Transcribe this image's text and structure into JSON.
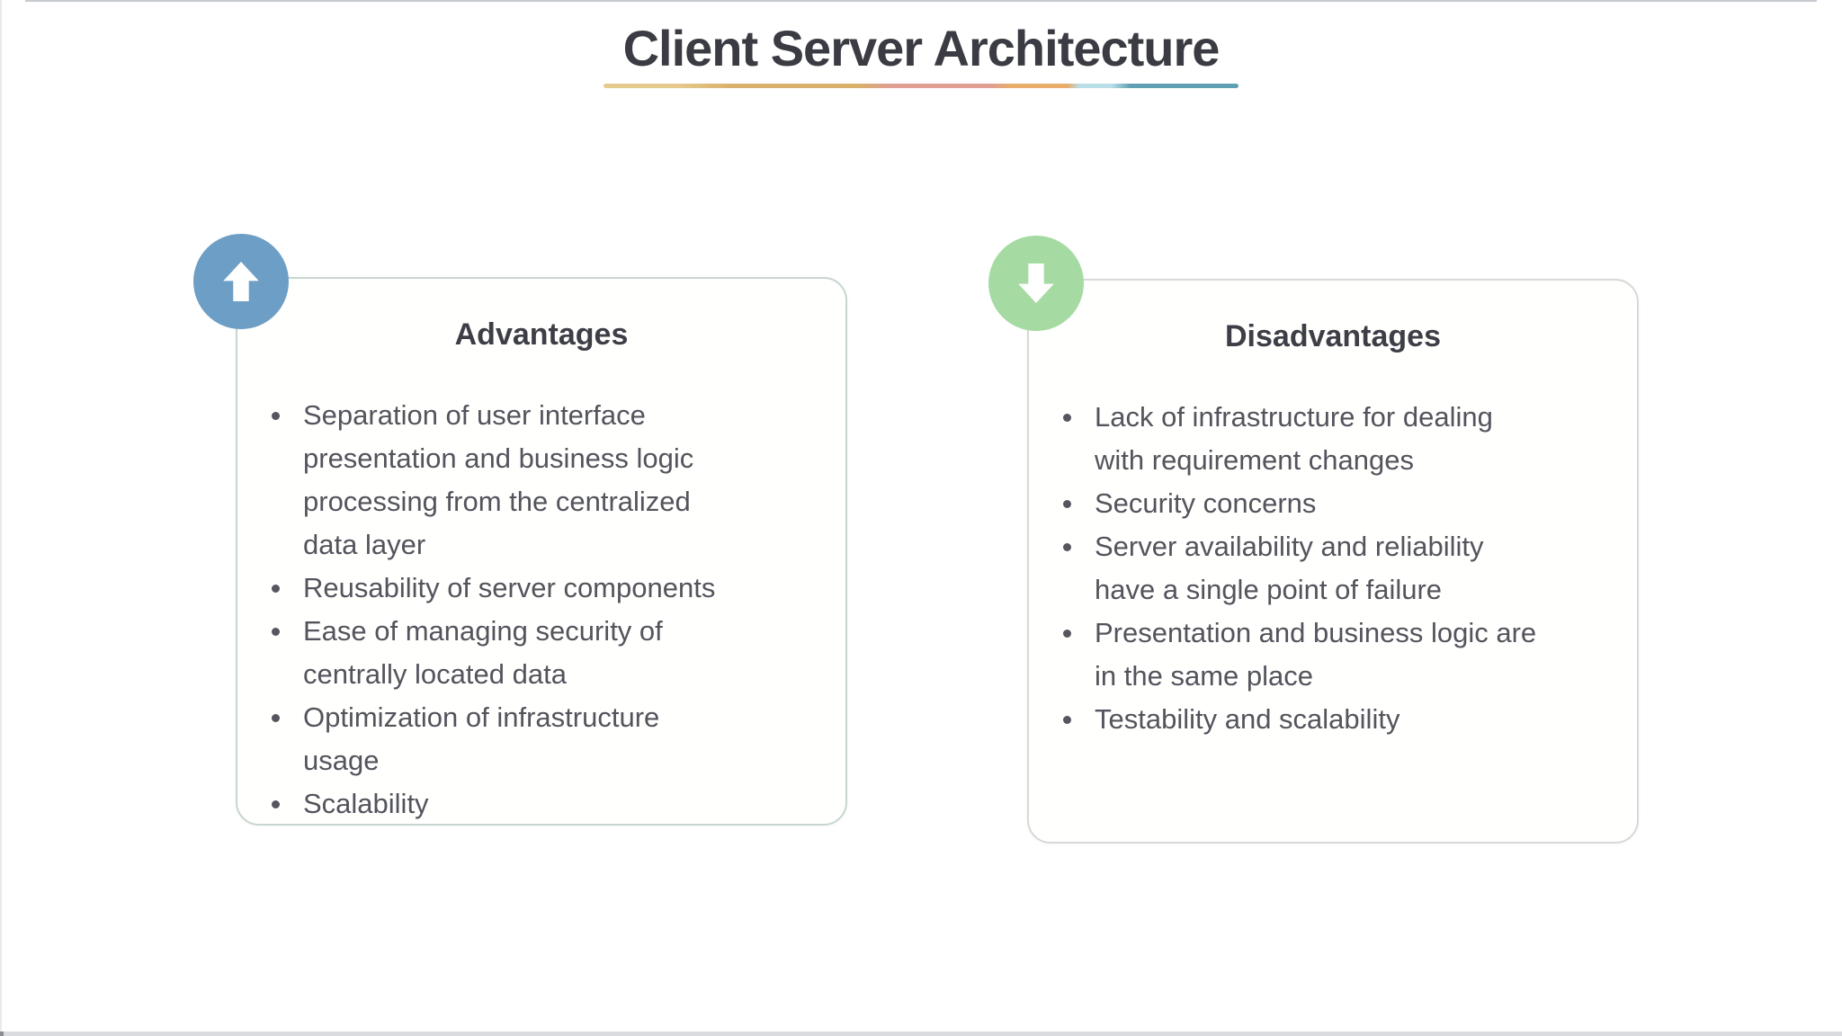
{
  "title": {
    "text": "Client Server Architecture"
  },
  "colors": {
    "title_text": "#3a3b43",
    "body_text": "#53545c",
    "accent_blue_circle": "#6d9ec5",
    "accent_green_circle": "#a5dba3",
    "card_border_left": "#c7d7ce",
    "card_border_right": "#d5dad7",
    "underline_gold": "#e6c98c",
    "underline_tan": "#d9b06a",
    "underline_salmon": "#df9e91",
    "underline_orange": "#e8ad6b",
    "underline_lightblue": "#b9dfe9",
    "underline_teal": "#5f9fb2"
  },
  "advantages": {
    "heading": "Advantages",
    "icon": "up-arrow-icon",
    "items": [
      "Separation of user interface\npresentation and business logic\nprocessing from the centralized\ndata layer",
      "Reusability of server components",
      "Ease of managing security of\ncentrally located data",
      "Optimization of infrastructure\nusage",
      "Scalability"
    ]
  },
  "disadvantages": {
    "heading": "Disadvantages",
    "icon": "down-arrow-icon",
    "items": [
      "Lack of infrastructure for dealing\nwith requirement changes",
      "Security concerns",
      "Server availability and reliability\nhave a single point of failure",
      "Presentation and business logic are\nin the same place",
      "Testability and scalability"
    ]
  }
}
